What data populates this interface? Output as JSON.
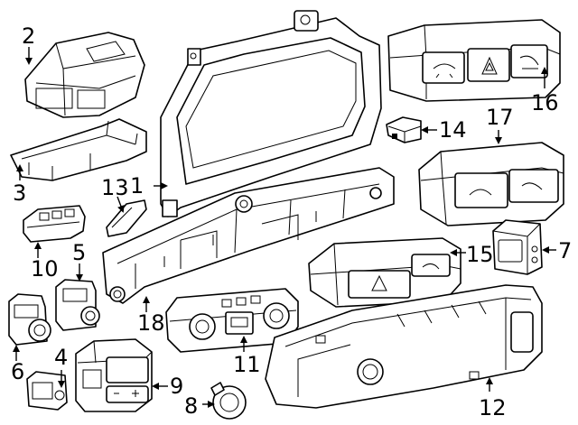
{
  "callouts": [
    {
      "id": "1",
      "text": "1"
    },
    {
      "id": "2",
      "text": "2"
    },
    {
      "id": "3",
      "text": "3"
    },
    {
      "id": "4",
      "text": "4"
    },
    {
      "id": "5",
      "text": "5"
    },
    {
      "id": "6",
      "text": "6"
    },
    {
      "id": "7",
      "text": "7"
    },
    {
      "id": "8",
      "text": "8"
    },
    {
      "id": "9",
      "text": "9"
    },
    {
      "id": "10",
      "text": "10"
    },
    {
      "id": "11",
      "text": "11"
    },
    {
      "id": "12",
      "text": "12"
    },
    {
      "id": "13",
      "text": "13"
    },
    {
      "id": "14",
      "text": "14"
    },
    {
      "id": "15",
      "text": "15"
    },
    {
      "id": "16",
      "text": "16"
    },
    {
      "id": "17",
      "text": "17"
    },
    {
      "id": "18",
      "text": "18"
    }
  ],
  "colors": {
    "line": "#000000",
    "background": "#ffffff"
  }
}
